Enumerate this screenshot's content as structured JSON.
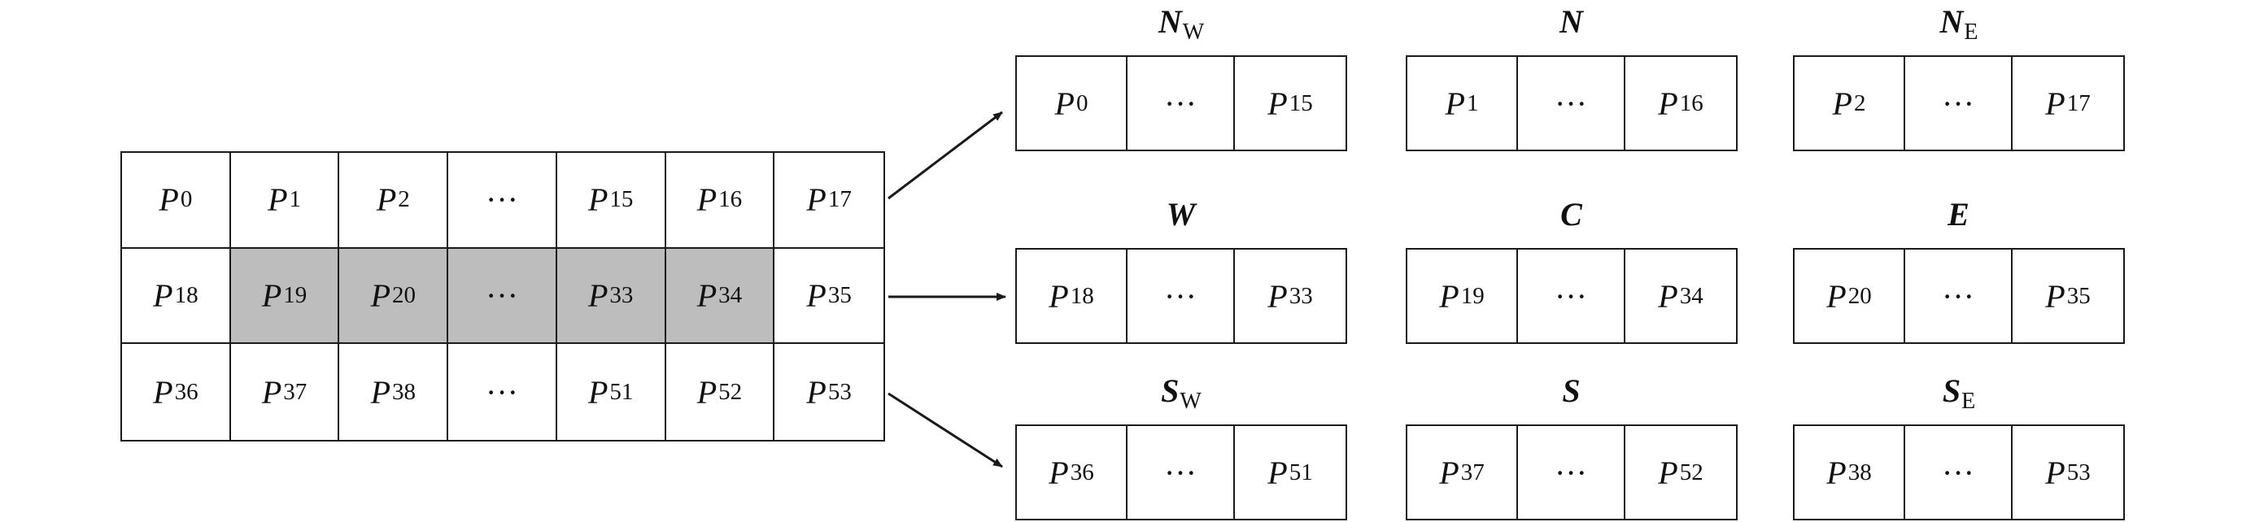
{
  "grid": {
    "rows": [
      [
        {
          "p": "P",
          "s": "0"
        },
        {
          "p": "P",
          "s": "1"
        },
        {
          "p": "P",
          "s": "2"
        },
        {
          "t": "···"
        },
        {
          "p": "P",
          "s": "15"
        },
        {
          "p": "P",
          "s": "16"
        },
        {
          "p": "P",
          "s": "17"
        }
      ],
      [
        {
          "p": "P",
          "s": "18"
        },
        {
          "p": "P",
          "s": "19",
          "shaded": true
        },
        {
          "p": "P",
          "s": "20",
          "shaded": true
        },
        {
          "t": "···",
          "shaded": true
        },
        {
          "p": "P",
          "s": "33",
          "shaded": true
        },
        {
          "p": "P",
          "s": "34",
          "shaded": true
        },
        {
          "p": "P",
          "s": "35"
        }
      ],
      [
        {
          "p": "P",
          "s": "36"
        },
        {
          "p": "P",
          "s": "37"
        },
        {
          "p": "P",
          "s": "38"
        },
        {
          "t": "···"
        },
        {
          "p": "P",
          "s": "51"
        },
        {
          "p": "P",
          "s": "52"
        },
        {
          "p": "P",
          "s": "53"
        }
      ]
    ]
  },
  "groups": [
    {
      "label": "N",
      "label_sub": "W",
      "cells": [
        {
          "p": "P",
          "s": "0"
        },
        {
          "t": "···"
        },
        {
          "p": "P",
          "s": "15"
        }
      ]
    },
    {
      "label": "N",
      "label_sub": "",
      "cells": [
        {
          "p": "P",
          "s": "1"
        },
        {
          "t": "···"
        },
        {
          "p": "P",
          "s": "16"
        }
      ]
    },
    {
      "label": "N",
      "label_sub": "E",
      "cells": [
        {
          "p": "P",
          "s": "2"
        },
        {
          "t": "···"
        },
        {
          "p": "P",
          "s": "17"
        }
      ]
    },
    {
      "label": "W",
      "label_sub": "",
      "cells": [
        {
          "p": "P",
          "s": "18"
        },
        {
          "t": "···"
        },
        {
          "p": "P",
          "s": "33"
        }
      ]
    },
    {
      "label": "C",
      "label_sub": "",
      "cells": [
        {
          "p": "P",
          "s": "19"
        },
        {
          "t": "···"
        },
        {
          "p": "P",
          "s": "34"
        }
      ]
    },
    {
      "label": "E",
      "label_sub": "",
      "cells": [
        {
          "p": "P",
          "s": "20"
        },
        {
          "t": "···"
        },
        {
          "p": "P",
          "s": "35"
        }
      ]
    },
    {
      "label": "S",
      "label_sub": "W",
      "cells": [
        {
          "p": "P",
          "s": "36"
        },
        {
          "t": "···"
        },
        {
          "p": "P",
          "s": "51"
        }
      ]
    },
    {
      "label": "S",
      "label_sub": "",
      "cells": [
        {
          "p": "P",
          "s": "37"
        },
        {
          "t": "···"
        },
        {
          "p": "P",
          "s": "52"
        }
      ]
    },
    {
      "label": "S",
      "label_sub": "E",
      "cells": [
        {
          "p": "P",
          "s": "38"
        },
        {
          "t": "···"
        },
        {
          "p": "P",
          "s": "53"
        }
      ]
    }
  ],
  "colors": {
    "shade": "#bdbdbd",
    "line": "#1a1a1a"
  }
}
